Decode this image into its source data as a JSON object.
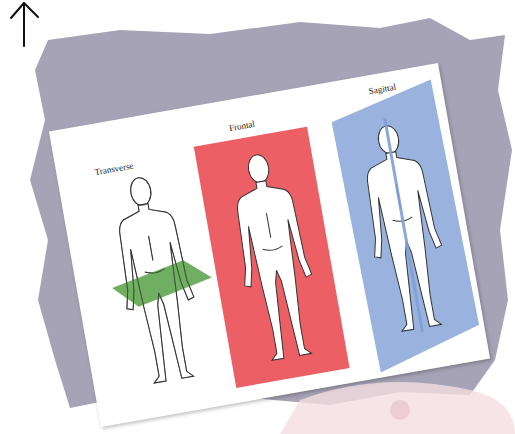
{
  "diagram": {
    "labels": [
      "Transverse",
      "Frontal",
      "Sagittal"
    ]
  }
}
